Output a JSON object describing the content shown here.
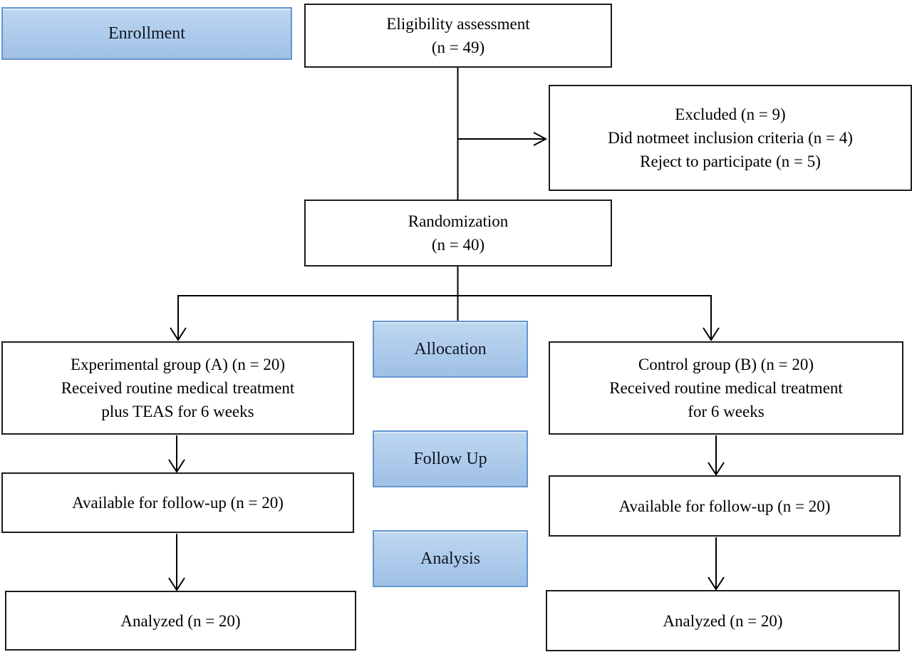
{
  "colors": {
    "stage_fill_top": "#bdd7f1",
    "stage_fill_bottom": "#9fc0e5",
    "stage_border": "#6496cf",
    "stage_text": "#10151f",
    "box_border": "#1c1c1c",
    "line": "#000000",
    "text": "#000000",
    "background": "#ffffff"
  },
  "stages": {
    "enrollment": "Enrollment",
    "allocation": "Allocation",
    "follow_up": "Follow Up",
    "analysis": "Analysis"
  },
  "boxes": {
    "eligibility": {
      "lines": [
        "Eligibility assessment",
        "(n = 49)"
      ]
    },
    "excluded": {
      "lines": [
        "Excluded (n = 9)",
        "Did notmeet inclusion criteria (n = 4)",
        "Reject to participate (n = 5)"
      ]
    },
    "randomization": {
      "lines": [
        "Randomization",
        "(n = 40)"
      ]
    },
    "experimental_group": {
      "lines": [
        "Experimental group (A) (n = 20)",
        "Received routine medical treatment",
        "plus TEAS for 6 weeks"
      ]
    },
    "control_group": {
      "lines": [
        "Control group (B) (n = 20)",
        "Received routine medical treatment",
        "for 6 weeks"
      ]
    },
    "followup_left": {
      "lines": [
        "Available for follow-up (n = 20)"
      ]
    },
    "followup_right": {
      "lines": [
        "Available for follow-up (n = 20)"
      ]
    },
    "analyzed_left": {
      "lines": [
        "Analyzed (n = 20)"
      ]
    },
    "analyzed_right": {
      "lines": [
        "Analyzed (n = 20)"
      ]
    }
  }
}
